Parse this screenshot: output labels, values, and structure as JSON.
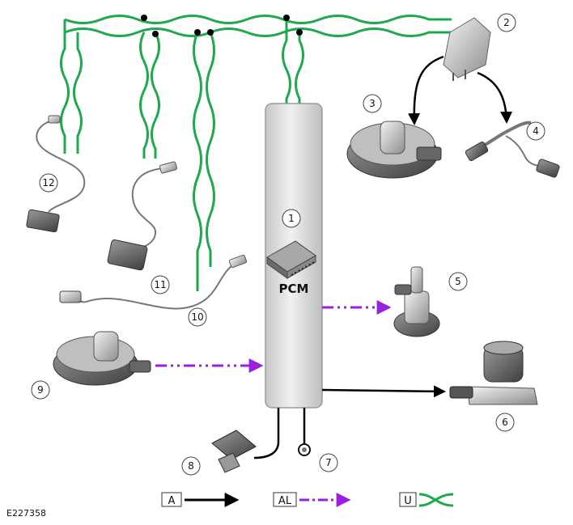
{
  "module": {
    "label": "PCM"
  },
  "callouts": {
    "c1": "1",
    "c2": "2",
    "c3": "3",
    "c4": "4",
    "c5": "5",
    "c6": "6",
    "c7": "7",
    "c8": "8",
    "c9": "9",
    "c10": "10",
    "c11": "11",
    "c12": "12"
  },
  "legend": {
    "hardwired": "A",
    "analog": "AL",
    "network": "U"
  },
  "colors": {
    "network": "#1ea84f",
    "analog": "#9b1fe0",
    "hardwired": "#000000",
    "pcm_fill": "#d9d9d9"
  },
  "reference": "E227358"
}
